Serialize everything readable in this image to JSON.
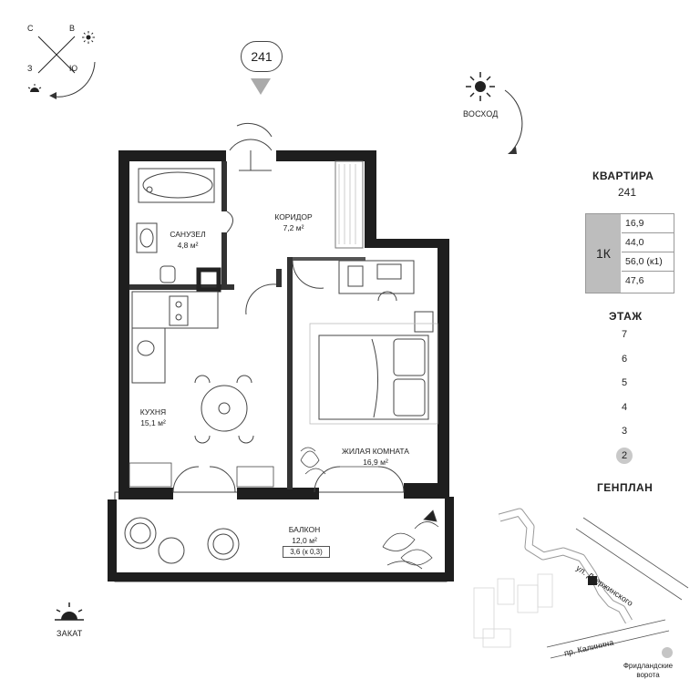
{
  "compass": {
    "north": "С",
    "east": "В",
    "west": "З",
    "south": "Ю"
  },
  "sun": {
    "sunrise_label": "ВОСХОД",
    "sunset_label": "ЗАКАТ"
  },
  "apartment_marker": "241",
  "rooms": {
    "bathroom": {
      "name": "САНУЗЕЛ",
      "area": "4,8 м²"
    },
    "corridor": {
      "name": "КОРИДОР",
      "area": "7,2 м²"
    },
    "kitchen": {
      "name": "КУХНЯ",
      "area": "15,1 м²"
    },
    "living": {
      "name": "ЖИЛАЯ КОМНАТА",
      "area": "16,9 м²"
    },
    "balcony": {
      "name": "БАЛКОН",
      "area": "12,0 м²",
      "coef": "3,6 (к 0,3)"
    }
  },
  "apartment_info": {
    "title": "КВАРТИРА",
    "number": "241",
    "type": "1К",
    "values": [
      "16,9",
      "44,0",
      "56,0 (к1)",
      "47,6"
    ]
  },
  "floors": {
    "title": "ЭТАЖ",
    "items": [
      "7",
      "6",
      "5",
      "4",
      "3",
      "2"
    ],
    "active": "2"
  },
  "site_plan": {
    "title": "ГЕНПЛАН",
    "street1": "ул. Дзержинского",
    "street2": "пр. Калинина",
    "landmark": "Фридландские ворота"
  },
  "colors": {
    "wall": "#1e1e1e",
    "accent_gray": "#bdbdbd",
    "line": "#555555"
  }
}
